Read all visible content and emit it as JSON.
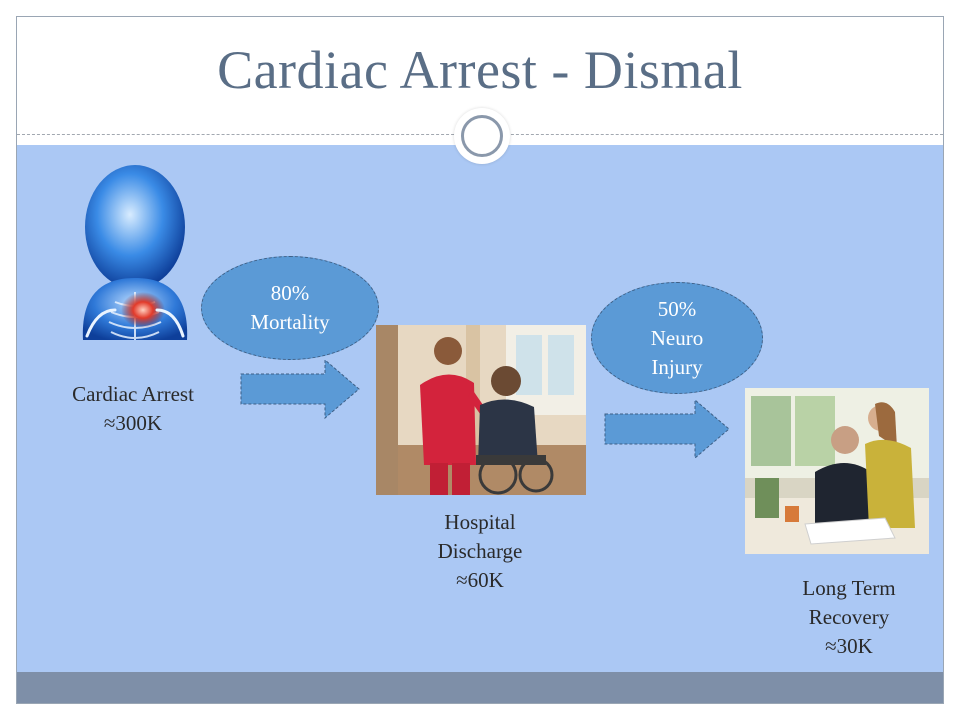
{
  "slide": {
    "title": "Cardiac Arrest - Dismal"
  },
  "stages": [
    {
      "line1": "Cardiac Arrest",
      "line2": "≈300K"
    },
    {
      "line1": "Hospital",
      "line2": "Discharge",
      "line3": "≈60K"
    },
    {
      "line1": "Long Term",
      "line2": "Recovery",
      "line3": "≈30K"
    }
  ],
  "callouts": [
    {
      "line1": "80%",
      "line2": "Mortality"
    },
    {
      "line1": "50%",
      "line2": "Neuro",
      "line3": "Injury"
    }
  ],
  "images": [
    {
      "name": "figure-cardiac-icon"
    },
    {
      "name": "nurse-wheelchair-photo"
    },
    {
      "name": "recovery-couple-photo"
    }
  ],
  "colors": {
    "title": "#5a6e86",
    "panel": "#abc8f4",
    "callout": "#5b9ad6",
    "arrow": "#5b9ad6",
    "footer": "#7e8fa8"
  }
}
